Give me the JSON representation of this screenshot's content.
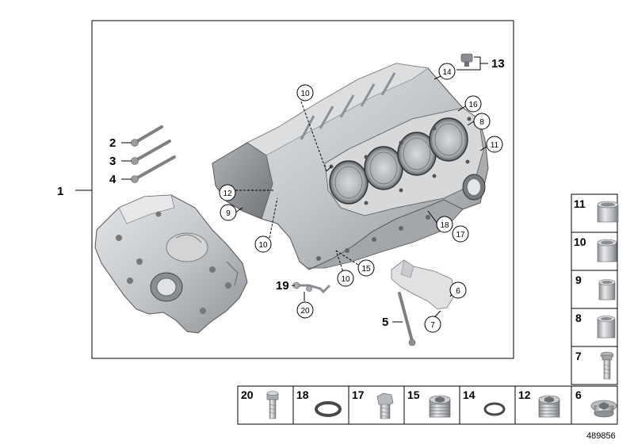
{
  "diagram": {
    "background": "#ffffff",
    "line_color": "#000000",
    "part_fill": "#c9cbcd",
    "part_shade": "#8c8f93",
    "main_callouts": [
      {
        "id": "c1",
        "label": "1"
      },
      {
        "id": "c2",
        "label": "2"
      },
      {
        "id": "c3",
        "label": "3"
      },
      {
        "id": "c4",
        "label": "4"
      },
      {
        "id": "c5",
        "label": "5"
      },
      {
        "id": "c13",
        "label": "13"
      },
      {
        "id": "c19",
        "label": "19"
      }
    ],
    "circle_callouts": [
      {
        "id": "k14",
        "label": "14"
      },
      {
        "id": "k10a",
        "label": "10"
      },
      {
        "id": "k16",
        "label": "16"
      },
      {
        "id": "k8",
        "label": "8"
      },
      {
        "id": "k11",
        "label": "11"
      },
      {
        "id": "k12",
        "label": "12"
      },
      {
        "id": "k9",
        "label": "9"
      },
      {
        "id": "k10b",
        "label": "10"
      },
      {
        "id": "k18",
        "label": "18"
      },
      {
        "id": "k17",
        "label": "17"
      },
      {
        "id": "k10c",
        "label": "10"
      },
      {
        "id": "k15",
        "label": "15"
      },
      {
        "id": "k6",
        "label": "6"
      },
      {
        "id": "k7",
        "label": "7"
      },
      {
        "id": "k20",
        "label": "20"
      }
    ],
    "right_column": [
      {
        "label": "11",
        "icon": "large-sleeve-icon"
      },
      {
        "label": "10",
        "icon": "medium-sleeve-icon"
      },
      {
        "label": "9",
        "icon": "small-sleeve-icon"
      },
      {
        "label": "8",
        "icon": "dowel-sleeve-icon"
      },
      {
        "label": "7",
        "icon": "torx-bolt-icon"
      }
    ],
    "bottom_row": [
      {
        "label": "20",
        "icon": "allen-bolt-icon"
      },
      {
        "label": "18",
        "icon": "o-ring-icon"
      },
      {
        "label": "17",
        "icon": "hex-plug-icon"
      },
      {
        "label": "15",
        "icon": "threaded-plug-icon"
      },
      {
        "label": "14",
        "icon": "seal-ring-icon"
      },
      {
        "label": "12",
        "icon": "threaded-plug-small-icon"
      },
      {
        "label": "6",
        "icon": "flange-plug-icon"
      }
    ],
    "document_number": "489856"
  }
}
